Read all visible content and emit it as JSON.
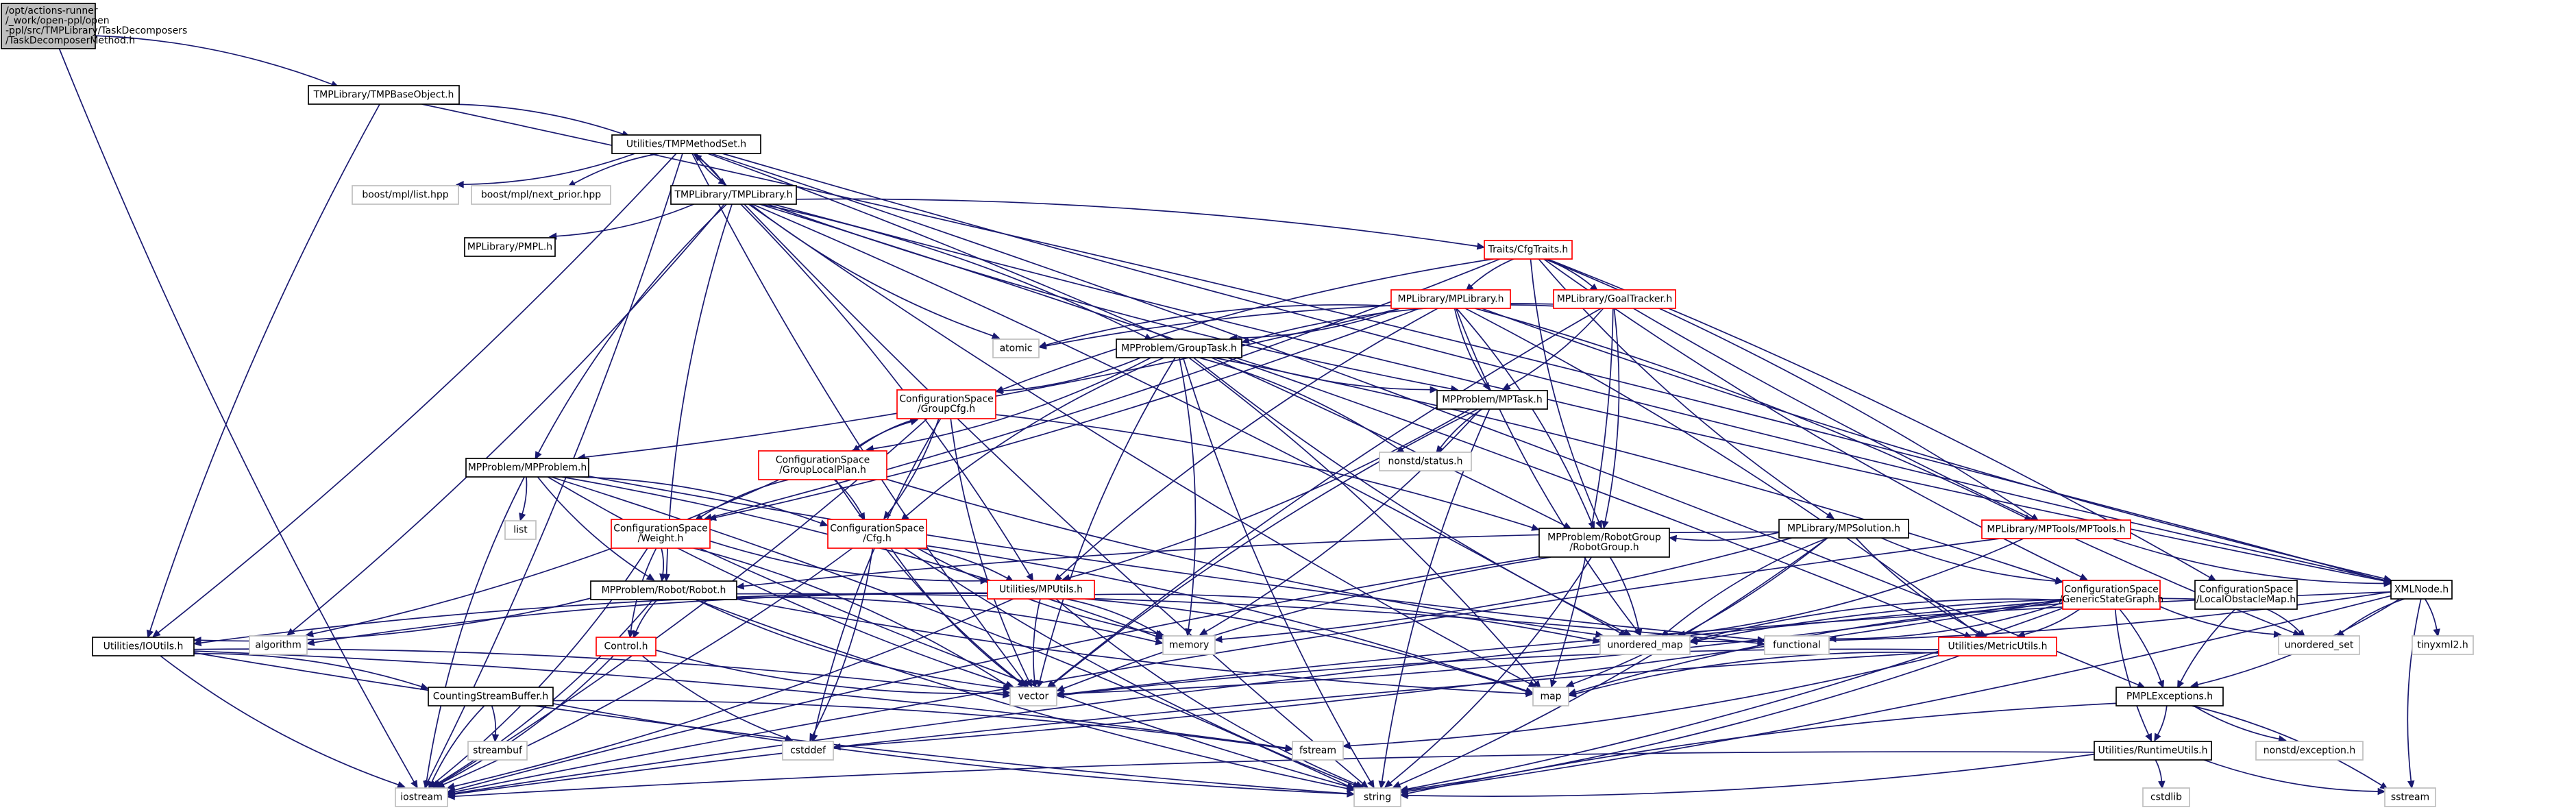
{
  "colors": {
    "edge": "#191970",
    "node_border_normal": "#000000",
    "node_border_linked": "#ff0000",
    "node_border_system": "#bfbfbf",
    "node_fill_root": "#bfbfbf",
    "node_fill": "#ffffff"
  },
  "nodes": [
    {
      "id": "root",
      "lines": [
        "/opt/actions-runner",
        "/_work/open-ppl/open",
        "-ppl/src/TMPLibrary/TaskDecomposers",
        "/TaskDecomposerMethod.h"
      ],
      "style": "root"
    },
    {
      "id": "tmpbaseobject",
      "lines": [
        "TMPLibrary/TMPBaseObject.h"
      ],
      "style": "normal"
    },
    {
      "id": "tmpmethodset",
      "lines": [
        "Utilities/TMPMethodSet.h"
      ],
      "style": "normal"
    },
    {
      "id": "tmplibrary",
      "lines": [
        "TMPLibrary/TMPLibrary.h"
      ],
      "style": "normal"
    },
    {
      "id": "mpl_list",
      "lines": [
        "boost/mpl/list.hpp"
      ],
      "style": "system"
    },
    {
      "id": "mpl_next",
      "lines": [
        "boost/mpl/next_prior.hpp"
      ],
      "style": "system"
    },
    {
      "id": "pmpl",
      "lines": [
        "MPLibrary/PMPL.h"
      ],
      "style": "normal"
    },
    {
      "id": "cfgtraits",
      "lines": [
        "Traits/CfgTraits.h"
      ],
      "style": "linked"
    },
    {
      "id": "mplibrary",
      "lines": [
        "MPLibrary/MPLibrary.h"
      ],
      "style": "linked"
    },
    {
      "id": "goaltracker",
      "lines": [
        "MPLibrary/GoalTracker.h"
      ],
      "style": "linked"
    },
    {
      "id": "atomic",
      "lines": [
        "atomic"
      ],
      "style": "system"
    },
    {
      "id": "grouptask",
      "lines": [
        "MPProblem/GroupTask.h"
      ],
      "style": "normal"
    },
    {
      "id": "groupcfg",
      "lines": [
        "ConfigurationSpace",
        "/GroupCfg.h"
      ],
      "style": "linked"
    },
    {
      "id": "mptask",
      "lines": [
        "MPProblem/MPTask.h"
      ],
      "style": "normal"
    },
    {
      "id": "nonstd_status",
      "lines": [
        "nonstd/status.h"
      ],
      "style": "system"
    },
    {
      "id": "grouplocalplan",
      "lines": [
        "ConfigurationSpace",
        "/GroupLocalPlan.h"
      ],
      "style": "linked"
    },
    {
      "id": "mpproblem",
      "lines": [
        "MPProblem/MPProblem.h"
      ],
      "style": "normal"
    },
    {
      "id": "list",
      "lines": [
        "list"
      ],
      "style": "system"
    },
    {
      "id": "weight",
      "lines": [
        "ConfigurationSpace",
        "/Weight.h"
      ],
      "style": "linked"
    },
    {
      "id": "cfg",
      "lines": [
        "ConfigurationSpace",
        "/Cfg.h"
      ],
      "style": "linked"
    },
    {
      "id": "mpsolution",
      "lines": [
        "MPLibrary/MPSolution.h"
      ],
      "style": "normal"
    },
    {
      "id": "mptools",
      "lines": [
        "MPLibrary/MPTools/MPTools.h"
      ],
      "style": "linked"
    },
    {
      "id": "robotgroup",
      "lines": [
        "MPProblem/RobotGroup",
        "/RobotGroup.h"
      ],
      "style": "normal"
    },
    {
      "id": "genericstategraph",
      "lines": [
        "ConfigurationSpace",
        "/GenericStateGraph.h"
      ],
      "style": "linked"
    },
    {
      "id": "localobstaclemap",
      "lines": [
        "ConfigurationSpace",
        "/LocalObstacleMap.h"
      ],
      "style": "normal"
    },
    {
      "id": "xmlnode",
      "lines": [
        "XMLNode.h"
      ],
      "style": "normal"
    },
    {
      "id": "mputils",
      "lines": [
        "Utilities/MPUtils.h"
      ],
      "style": "linked"
    },
    {
      "id": "robot",
      "lines": [
        "MPProblem/Robot/Robot.h"
      ],
      "style": "normal"
    },
    {
      "id": "control",
      "lines": [
        "Control.h"
      ],
      "style": "linked"
    },
    {
      "id": "iotutils",
      "lines": [
        "Utilities/IOUtils.h"
      ],
      "style": "normal"
    },
    {
      "id": "algorithm",
      "lines": [
        "algorithm"
      ],
      "style": "system"
    },
    {
      "id": "memory",
      "lines": [
        "memory"
      ],
      "style": "system"
    },
    {
      "id": "unordered_map",
      "lines": [
        "unordered_map"
      ],
      "style": "system"
    },
    {
      "id": "functional",
      "lines": [
        "functional"
      ],
      "style": "system"
    },
    {
      "id": "unordered_set",
      "lines": [
        "unordered_set"
      ],
      "style": "system"
    },
    {
      "id": "tinyxml2",
      "lines": [
        "tinyxml2.h"
      ],
      "style": "system"
    },
    {
      "id": "metricutils",
      "lines": [
        "Utilities/MetricUtils.h"
      ],
      "style": "linked"
    },
    {
      "id": "vector",
      "lines": [
        "vector"
      ],
      "style": "system"
    },
    {
      "id": "map",
      "lines": [
        "map"
      ],
      "style": "system"
    },
    {
      "id": "pmplexceptions",
      "lines": [
        "PMPLExceptions.h"
      ],
      "style": "normal"
    },
    {
      "id": "countingstreambuffer",
      "lines": [
        "CountingStreamBuffer.h"
      ],
      "style": "normal"
    },
    {
      "id": "streambuf",
      "lines": [
        "streambuf"
      ],
      "style": "system"
    },
    {
      "id": "cstddef",
      "lines": [
        "cstddef"
      ],
      "style": "system"
    },
    {
      "id": "fstream",
      "lines": [
        "fstream"
      ],
      "style": "system"
    },
    {
      "id": "nonstd_exception",
      "lines": [
        "nonstd/exception.h"
      ],
      "style": "system"
    },
    {
      "id": "runtimeutils",
      "lines": [
        "Utilities/RuntimeUtils.h"
      ],
      "style": "normal"
    },
    {
      "id": "iostream",
      "lines": [
        "iostream"
      ],
      "style": "system"
    },
    {
      "id": "string",
      "lines": [
        "string"
      ],
      "style": "system"
    },
    {
      "id": "cstdlib",
      "lines": [
        "cstdlib"
      ],
      "style": "system"
    },
    {
      "id": "sstream",
      "lines": [
        "sstream"
      ],
      "style": "system"
    }
  ]
}
